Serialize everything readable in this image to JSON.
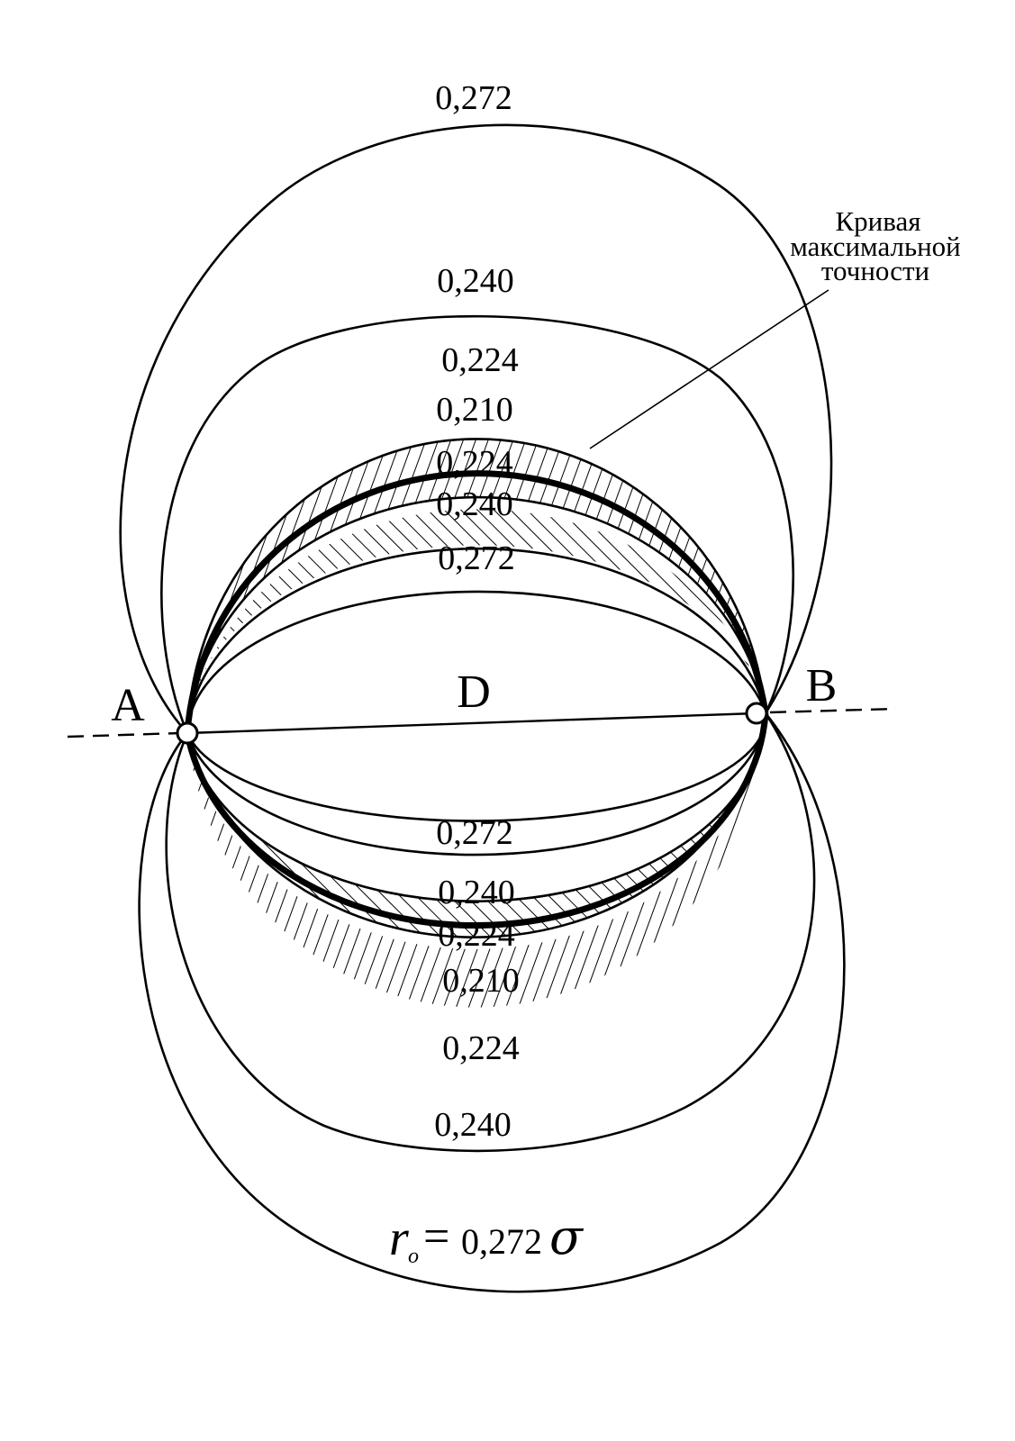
{
  "points": {
    "a": "A",
    "b": "B",
    "d": "D"
  },
  "labels_upper": [
    "0,272",
    "0,240",
    "0,224",
    "0,210",
    "0,224",
    "0,240",
    "0,272"
  ],
  "labels_lower": [
    "0,272",
    "0,240",
    "0,224",
    "0,210",
    "0,224",
    "0,240"
  ],
  "annotation": [
    "Кривая",
    "максимальной",
    "точности"
  ],
  "formula": {
    "r": "r",
    "sub": "o",
    "eq": "=",
    "value": "0,272",
    "sigma": "σ"
  }
}
